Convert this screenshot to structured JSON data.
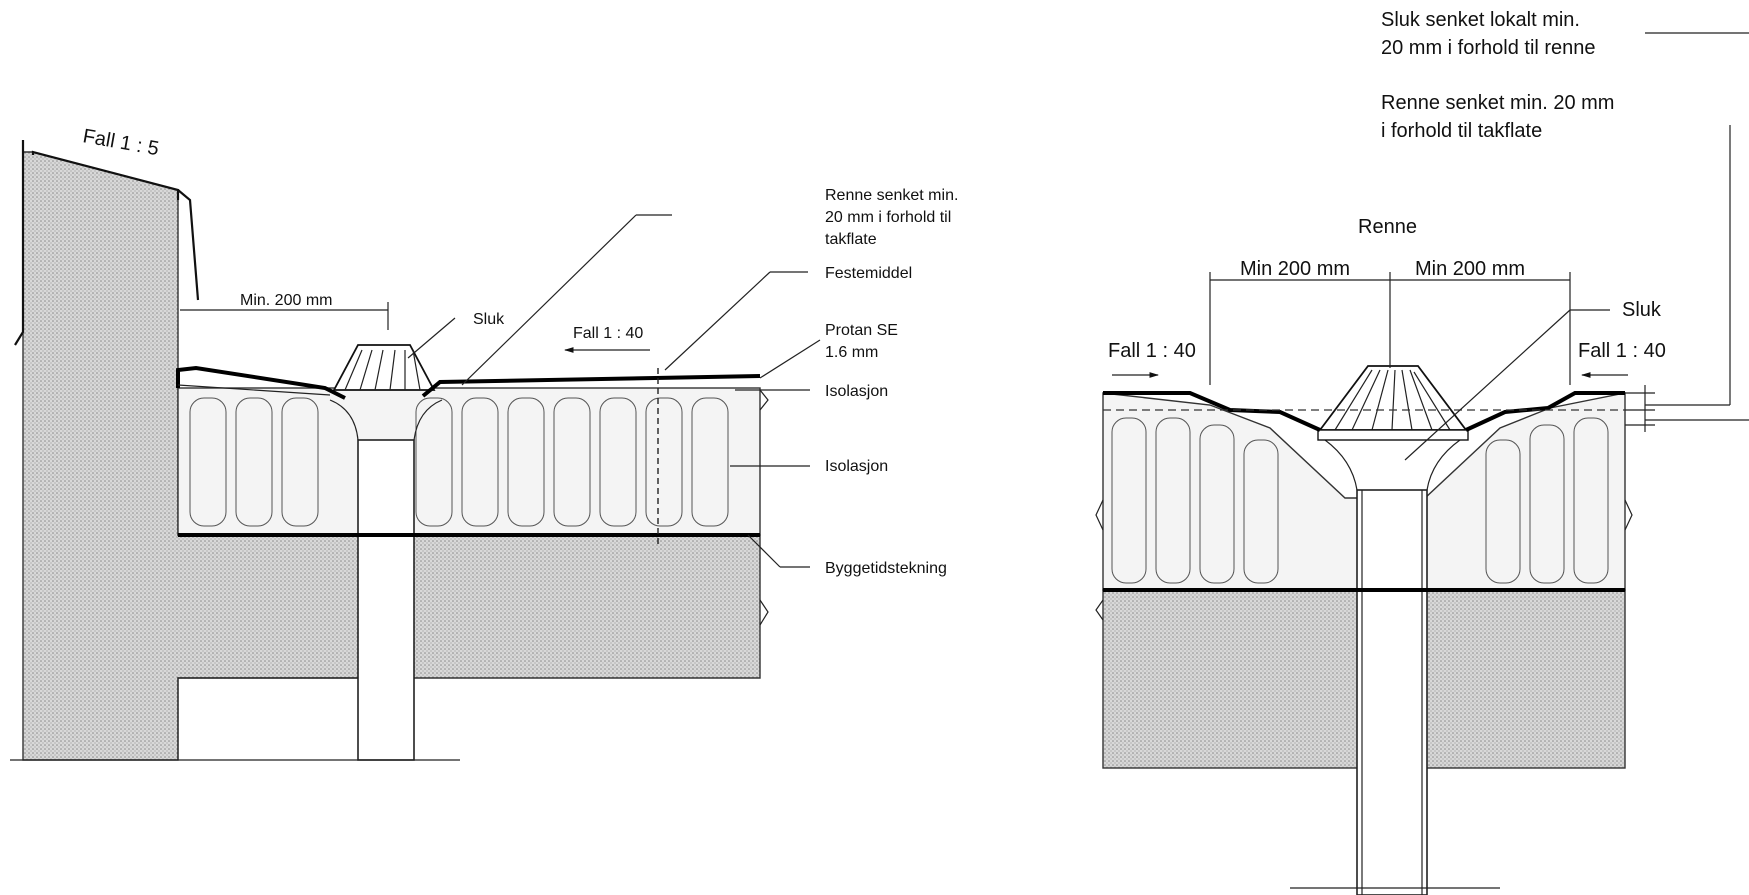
{
  "left_detail": {
    "fall_parapet": "Fall 1 : 5",
    "min_200": "Min. 200 mm",
    "sluk": "Sluk",
    "fall_roof": "Fall 1 : 40",
    "renne_senket": [
      "Renne senket min.",
      "20 mm i forhold til",
      "takflate"
    ],
    "festemiddel": "Festemiddel",
    "protan": [
      "Protan SE",
      "1.6 mm"
    ],
    "isolasjon_top": "Isolasjon",
    "isolasjon_mid": "Isolasjon",
    "byggetidstekning": "Byggetidstekning"
  },
  "right_detail": {
    "sluk_senket": [
      "Sluk senket lokalt min.",
      "20 mm i forhold til renne"
    ],
    "renne_senket": [
      "Renne senket min. 20 mm",
      "i forhold til takflate"
    ],
    "renne": "Renne",
    "min_200_left": "Min 200 mm",
    "min_200_right": "Min 200 mm",
    "sluk": "Sluk",
    "fall_left": "Fall 1 : 40",
    "fall_right": "Fall 1 : 40"
  }
}
